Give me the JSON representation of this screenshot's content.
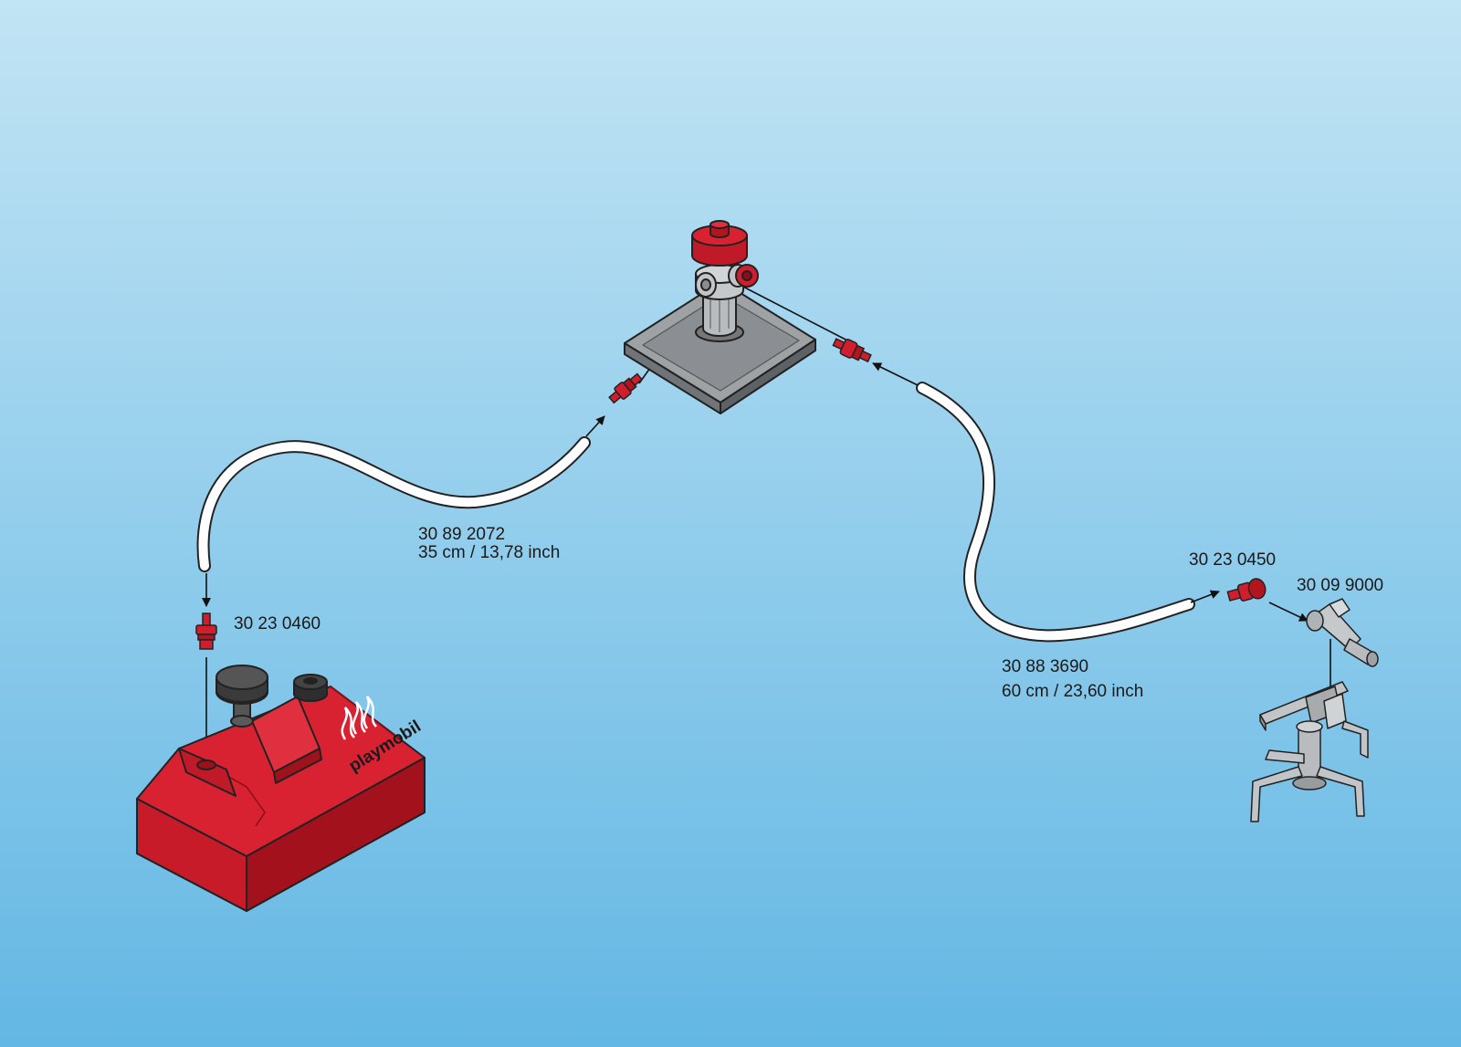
{
  "colors": {
    "background_top": "#c2e4f4",
    "background_bottom": "#63b7e4",
    "red": "#d01e2e",
    "hose": "#ffffff",
    "grey_part": "#b9bcbf",
    "outline": "#222222"
  },
  "parts": {
    "hose_short": {
      "part_number": "30 89 2072",
      "length": "35 cm / 13,78 inch"
    },
    "hose_long": {
      "part_number": "30 88 3690",
      "length": "60 cm / 23,60 inch"
    },
    "connector_tank": {
      "part_number": "30 23 0460"
    },
    "connector_nozzle": {
      "part_number": "30 23 0450"
    },
    "nozzle": {
      "part_number": "30 09 9000"
    }
  },
  "tank": {
    "logo_text": "playmobil"
  }
}
